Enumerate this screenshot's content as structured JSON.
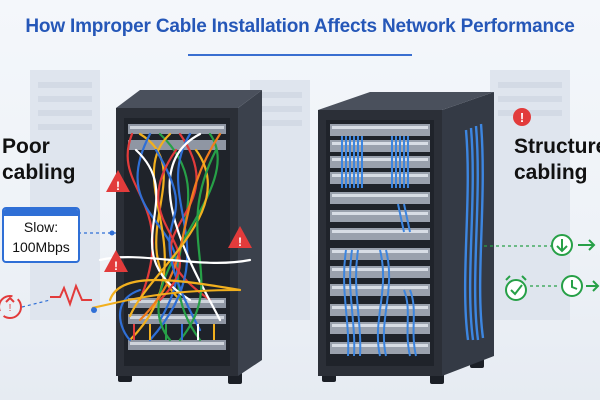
{
  "title": "How Improper Cable Installation Affects Network Performance",
  "left_panel": {
    "label_line1": "Poor",
    "label_line2": "cabling",
    "speed_box_line1": "Slow:",
    "speed_box_line2": "100Mbps"
  },
  "right_panel": {
    "label_line1": "Structure",
    "label_line2": "cabling"
  },
  "colors": {
    "title": "#2557b8",
    "rack": "#2e3440",
    "warning": "#e23b3b",
    "ok": "#27a047",
    "accent": "#2f6fd6"
  },
  "icons": [
    "warning-icon",
    "recycle-icon",
    "pulse-icon",
    "download-icon",
    "clock-icon",
    "check-shield-icon",
    "alert-icon"
  ]
}
